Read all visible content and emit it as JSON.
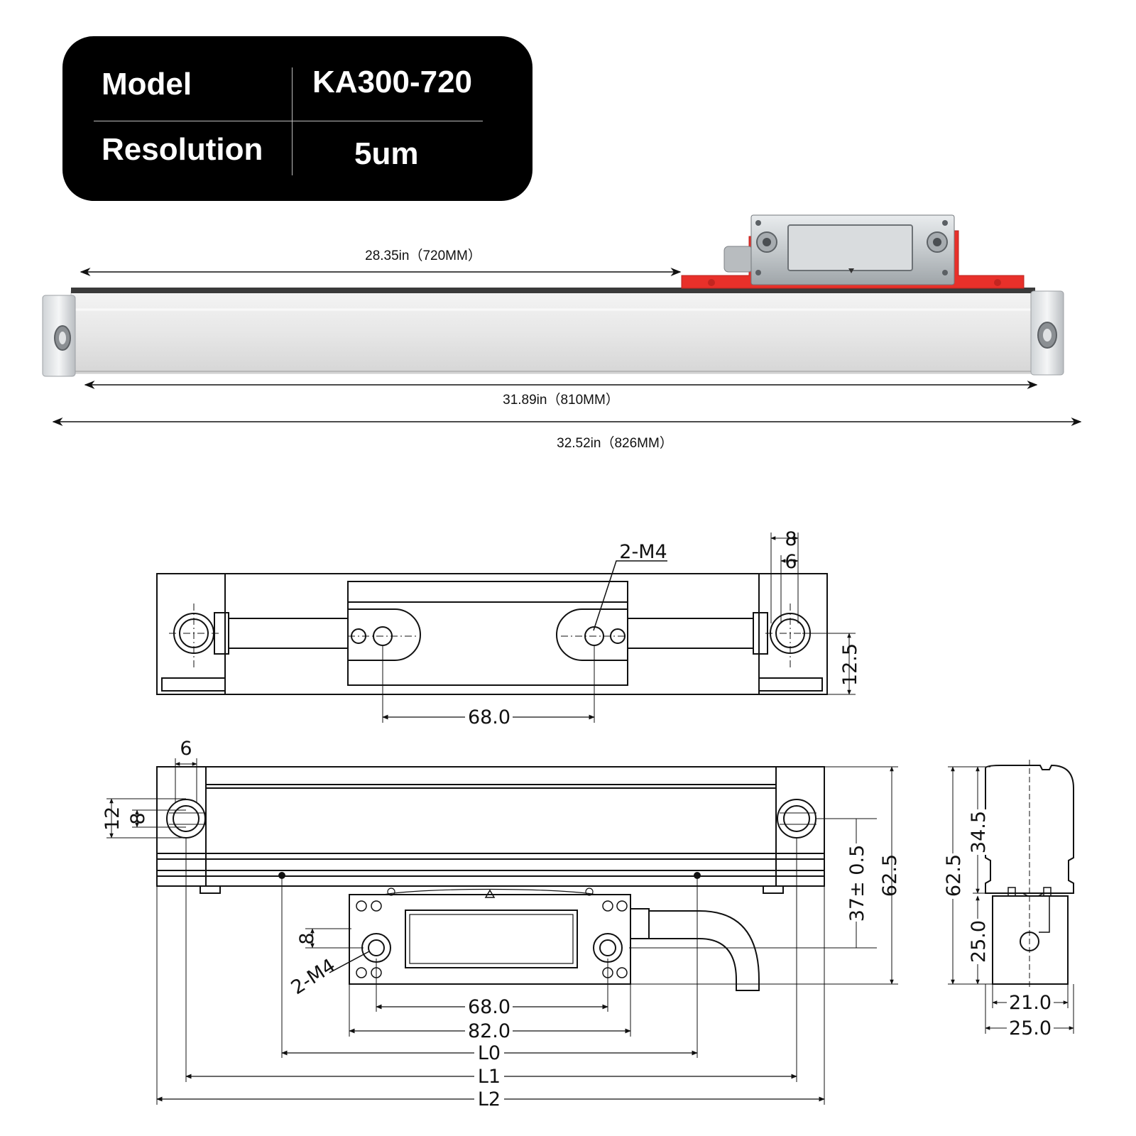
{
  "spec_table": {
    "rows": [
      {
        "label": "Model",
        "value": "KA300-720"
      },
      {
        "label": "Resolution",
        "value": "5um"
      }
    ]
  },
  "photo_dimensions": {
    "measuring_length": "28.35in（720MM）",
    "scale_length": "31.89in（810MM）",
    "overall_length": "32.52in（826MM）"
  },
  "top_view": {
    "hole_label": "2-M4",
    "dim_8": "8",
    "dim_6": "6",
    "dim_12_5": "12.5",
    "dim_68": "68.0"
  },
  "front_view": {
    "dim_6": "6",
    "dim_12": "12",
    "dim_8_left": "8",
    "dim_37": "37± 0.5",
    "dim_62_5": "62.5",
    "hole_label": "2-M4",
    "dim_8_reader": "8",
    "dim_68": "68.0",
    "dim_82": "82.0",
    "dim_L0": "L0",
    "dim_L1": "L1",
    "dim_L2": "L2"
  },
  "side_view": {
    "dim_62_5": "62.5",
    "dim_34_5": "34.5",
    "dim_25_0_v": "25.0",
    "dim_21_0": "21.0",
    "dim_25_0_h": "25.0"
  },
  "colors": {
    "accent_red": "#e8302a",
    "card_bg": "#000000"
  }
}
